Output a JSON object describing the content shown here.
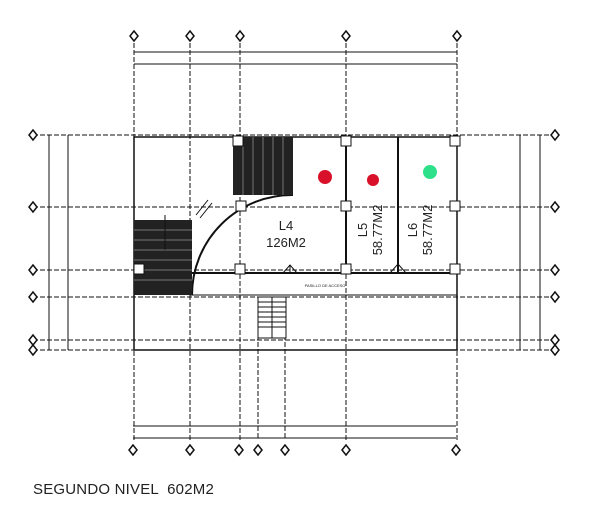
{
  "plan": {
    "title": "SEGUNDO NIVEL  602M2",
    "corridor_label": "PASILLO DE ACCESO",
    "units": [
      {
        "id": "L4",
        "area": "126M2",
        "marker_color": "#d8102a"
      },
      {
        "id": "L5",
        "area": "58.77M2",
        "marker_color": "#d8102a"
      },
      {
        "id": "L6",
        "area": "58.77M2",
        "marker_color": "#2fe08a"
      }
    ]
  }
}
